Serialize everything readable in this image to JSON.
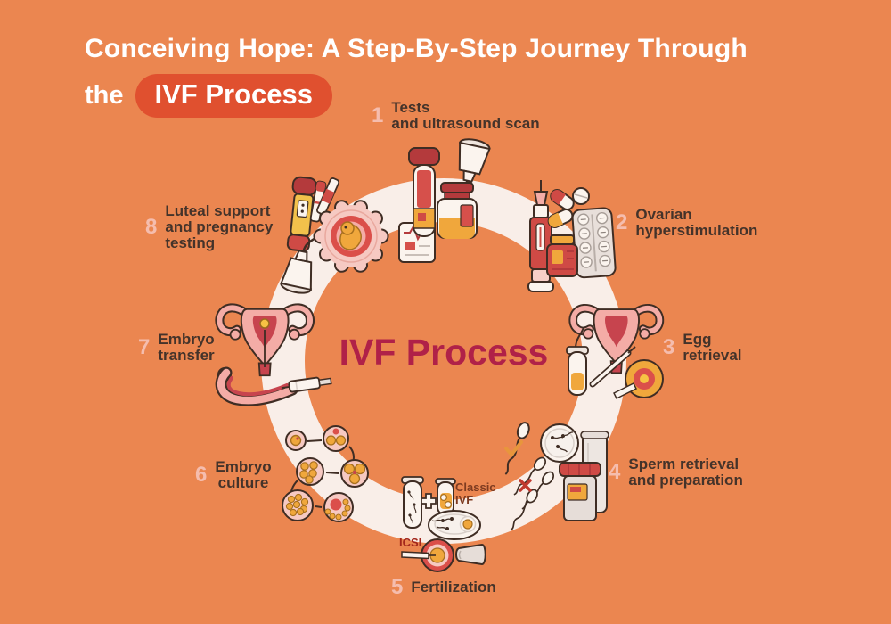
{
  "title": {
    "line1": "Conceiving Hope: A Step-By-Step Journey Through",
    "line2_prefix": "the",
    "badge_text": "IVF Process"
  },
  "center": {
    "label": "IVF Process"
  },
  "steps": [
    {
      "number": "1",
      "label": "Tests\nand ultrasound scan"
    },
    {
      "number": "2",
      "label": "Ovarian\nhyperstimulation"
    },
    {
      "number": "3",
      "label": "Egg\nretrieval"
    },
    {
      "number": "4",
      "label": "Sperm retrieval\nand preparation"
    },
    {
      "number": "5",
      "label": "Fertilization"
    },
    {
      "number": "6",
      "label": "Embryo\nculture"
    },
    {
      "number": "7",
      "label": "Embryo\ntransfer"
    },
    {
      "number": "8",
      "label": "Luteal support\nand pregnancy\ntesting"
    }
  ],
  "annotations": {
    "classic_ivf": "Classic\nIVF",
    "icsi": "ICSI"
  },
  "illustrations": {
    "step1": "test-tube-report-medicine-bottle-ultrasound-probe",
    "step2": "injection-pen-medicine-jar-pills-blister-pack",
    "step3": "uterus-aspiration-needle-test-tube-egg",
    "step4": "sperm-cells-check-cross-petri-dish-specimen-cups",
    "step5": "test-tubes-plus-petri-dish-icsi-needle-egg-pipette",
    "step6": "embryo-cell-division-stages",
    "step7": "uterus-embryo-transfer-catheter-syringe",
    "step8": "pregnancy-test-strips-ultrasound-probe-embryo-in-womb"
  },
  "colors": {
    "background": "#EB8650",
    "ring": "#F9EEE8",
    "badge": "#E0502F",
    "title_text": "#FFFFFF",
    "center_text": "#B02148",
    "step_number": "#F5BDAE",
    "step_label": "#44332A",
    "classic_ivf_text": "#7E3B20",
    "icsi_text": "#A3261C"
  }
}
